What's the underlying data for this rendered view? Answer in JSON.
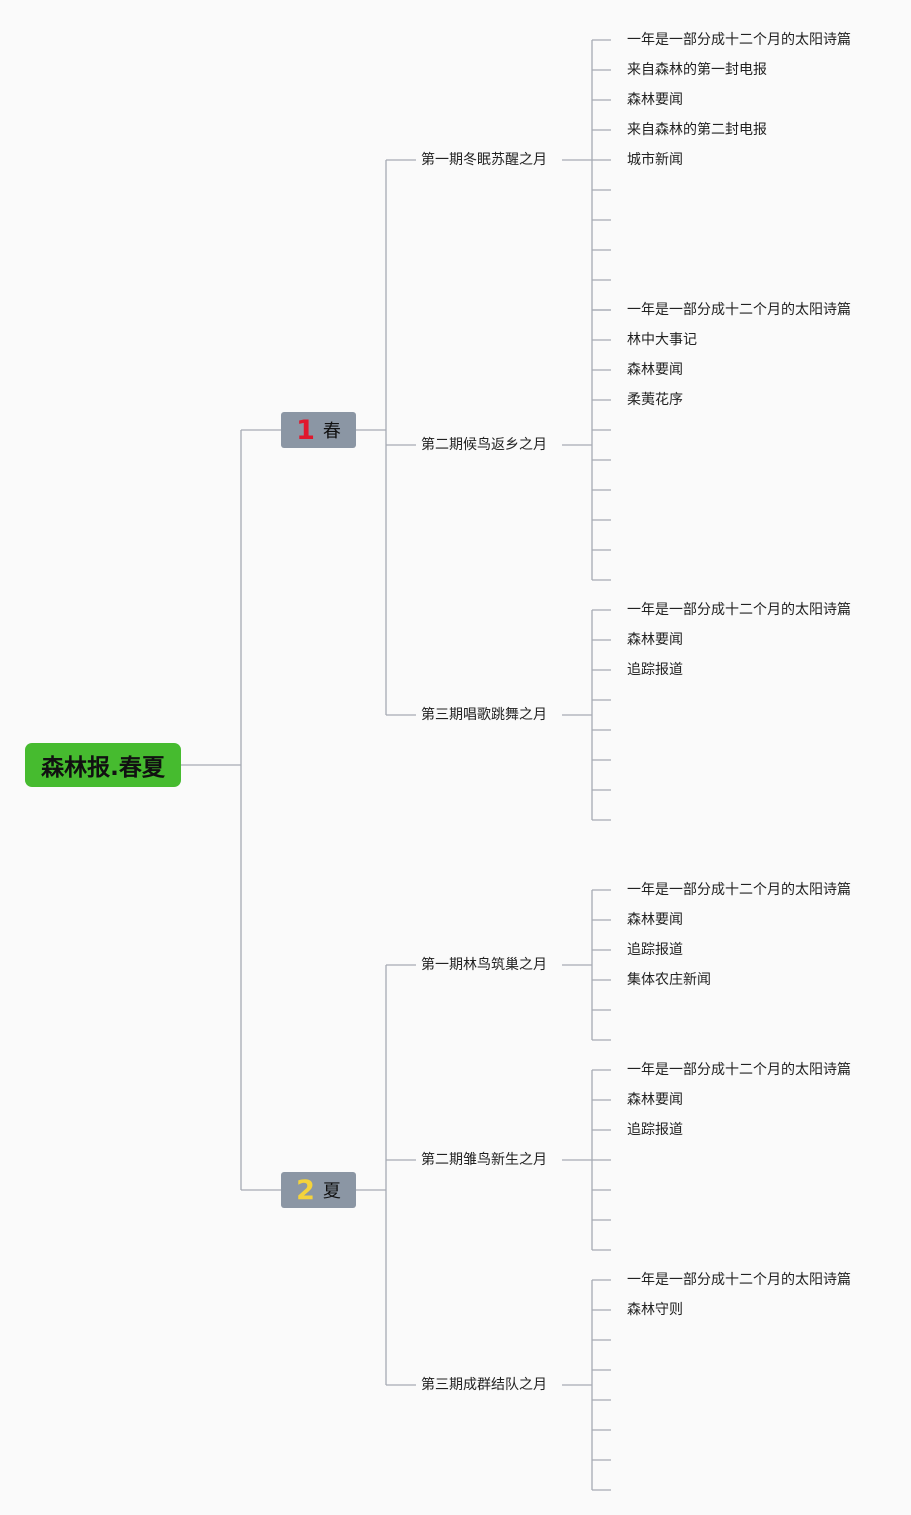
{
  "colors": {
    "line": "#a6abb4",
    "root_fill": "#46bb2f",
    "season_fill": "#8b96a4",
    "marker_red": "#e0182d",
    "marker_yellow": "#f5d33b"
  },
  "root": {
    "label": "森林报.春夏"
  },
  "seasons": [
    {
      "marker": "1",
      "label": "春",
      "marker_color": "red",
      "issues": [
        {
          "label": "第一期冬眠苏醒之月",
          "topics": [
            "一年是一部分成十二个月的太阳诗篇",
            "来自森林的第一封电报",
            "森林要闻",
            "来自森林的第二封电报",
            "城市新闻",
            "",
            "",
            "",
            "",
            ""
          ]
        },
        {
          "label": "第二期候鸟返乡之月",
          "topics": [
            "一年是一部分成十二个月的太阳诗篇",
            "林中大事记",
            "森林要闻",
            "柔荑花序",
            "",
            "",
            "",
            "",
            "",
            ""
          ]
        },
        {
          "label": "第三期唱歌跳舞之月",
          "topics": [
            "一年是一部分成十二个月的太阳诗篇",
            "森林要闻",
            "追踪报道",
            "",
            "",
            "",
            "",
            ""
          ]
        }
      ]
    },
    {
      "marker": "2",
      "label": "夏",
      "marker_color": "yellow",
      "issues": [
        {
          "label": "第一期林鸟筑巢之月",
          "topics": [
            "一年是一部分成十二个月的太阳诗篇",
            "森林要闻",
            "追踪报道",
            "集体农庄新闻",
            "",
            ""
          ]
        },
        {
          "label": "第二期雏鸟新生之月",
          "topics": [
            "一年是一部分成十二个月的太阳诗篇",
            "森林要闻",
            "追踪报道",
            "",
            "",
            "",
            ""
          ]
        },
        {
          "label": "第三期成群结队之月",
          "topics": [
            "一年是一部分成十二个月的太阳诗篇",
            "森林守则",
            "",
            "",
            "",
            "",
            "",
            ""
          ]
        }
      ]
    }
  ]
}
